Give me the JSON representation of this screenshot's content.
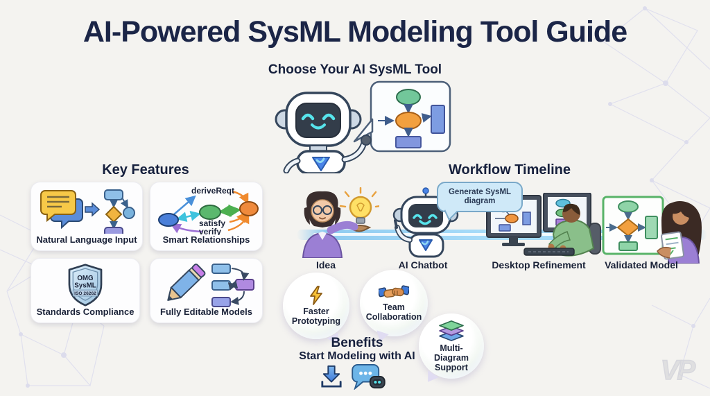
{
  "title": "AI-Powered SysML Modeling Tool Guide",
  "hero": {
    "heading": "Choose Your AI SysML Tool"
  },
  "key_features": {
    "heading": "Key Features",
    "cards": [
      {
        "label": "Natural Language Input",
        "icon": "chat-bubbles-to-flowchart-icon"
      },
      {
        "label": "Smart Relationships",
        "icon": "relationship-graph-icon",
        "relationships": [
          "deriveReqt",
          "satisfy",
          "verify"
        ]
      },
      {
        "label": "Standards Compliance",
        "icon": "standards-shield-icon",
        "shield_lines": [
          "OMG",
          "SysML",
          "ISO 26262"
        ]
      },
      {
        "label": "Fully Editable Models",
        "icon": "pencil-flowchart-icon"
      }
    ]
  },
  "workflow": {
    "heading": "Workflow Timeline",
    "steps": [
      {
        "label": "Idea",
        "icon": "person-with-lightbulb-illustration"
      },
      {
        "label": "AI Chatbot",
        "icon": "robot-chatbot-illustration",
        "speech_bubble": "Generate SysML diagram"
      },
      {
        "label": "Desktop Refinement",
        "icon": "person-at-dual-monitors-illustration"
      },
      {
        "label": "Validated Model",
        "icon": "person-with-validated-diagram-illustration"
      }
    ]
  },
  "benefits": {
    "heading": "Benefits",
    "items": [
      {
        "label": "Faster Prototyping",
        "icon": "lightning-icon"
      },
      {
        "label": "Team Collaboration",
        "icon": "handshake-icon"
      },
      {
        "label": "Multi-Diagram Support",
        "icon": "layers-icon"
      }
    ],
    "cta": "Start Modeling with AI"
  },
  "watermark": "VP",
  "colors": {
    "background": "#f4f3f0",
    "heading_text": "#1b2547",
    "accent_blue": "#4a84e8",
    "accent_cyan": "#57e4ec",
    "accent_green": "#6fcf97",
    "accent_orange": "#f2994a",
    "accent_purple": "#9b7fd4",
    "timeline_blue": "#a5dcfa"
  }
}
